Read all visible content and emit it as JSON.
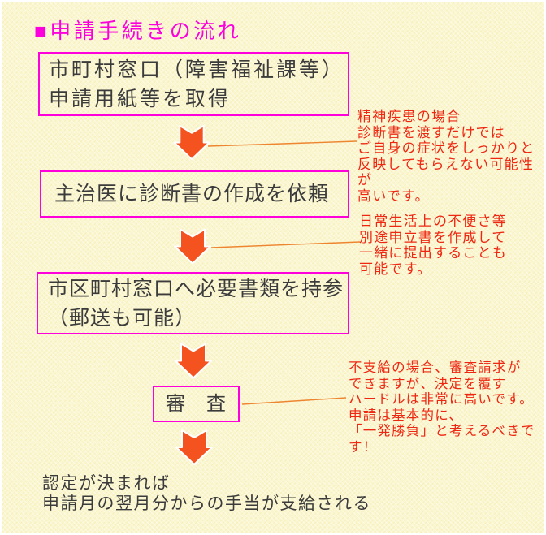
{
  "title": {
    "text": "■申請手続きの流れ"
  },
  "steps": [
    {
      "label": "市町村窓口（障害福祉課等）\n申請用紙等を取得"
    },
    {
      "label": "主治医に診断書の作成を依頼"
    },
    {
      "label": "市区町村窓口へ必要書類を持参\n（郵送も可能）"
    },
    {
      "label": "審　査"
    }
  ],
  "annotations": [
    {
      "text": "精神疾患の場合\n診断書を渡すだけでは\nご自身の症状をしっかりと\n反映してもらえない可能性が\n高いです。"
    },
    {
      "text": "日常生活上の不便さ等\n別途申立書を作成して\n一緒に提出することも\n可能です。"
    },
    {
      "text": "不支給の場合、審査請求が\nできますが、決定を覆す\nハードルは非常に高いです。\n申請は基本的に、\n「一発勝負」と考えるべきです！"
    }
  ],
  "result": {
    "text": "認定が決まれば\n申請月の翌月分からの手当が支給される"
  },
  "icons": {
    "arrow": "down-block-arrow"
  },
  "colors": {
    "background": "#faf6cf",
    "accent_magenta": "#ff00dc",
    "arrow_orange": "#f4521e",
    "annotation_red": "#ee2713",
    "connector_orange": "#ee8530",
    "text_dark": "#3b3b3b"
  }
}
